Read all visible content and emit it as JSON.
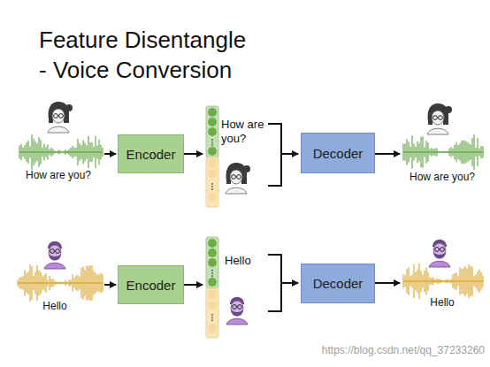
{
  "diagram": {
    "title": "Feature Disentangle - Voice Conversion",
    "nodes": [
      {
        "text": [
          "Encoder"
        ]
      },
      {
        "text": [
          "Decoder"
        ]
      },
      {
        "text": [
          "Encoder"
        ]
      },
      {
        "text": [
          "Decoder"
        ]
      }
    ],
    "labels": [
      "How are you?",
      "How are you?",
      "How are you?",
      "Hello",
      "Hello",
      "Hello",
      "https://blog.csdn.net/qq_37233260"
    ]
  }
}
